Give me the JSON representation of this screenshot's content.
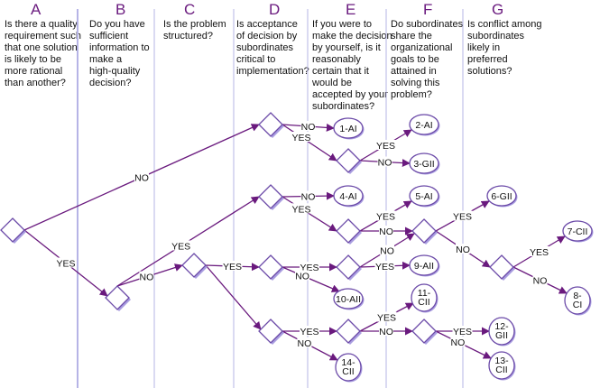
{
  "columns": [
    {
      "letter": "A",
      "question": "Is there a quality requirement such that one solution is likely to be more rational than another?",
      "lines": [
        "Is there a quality",
        "requirement such",
        "that one solution",
        "is likely to be",
        "more rational",
        "than another?"
      ]
    },
    {
      "letter": "B",
      "question": "Do you have sufficient information to make a high-quality decision?",
      "lines": [
        "Do you have",
        "sufficient",
        "information to",
        "make a",
        "high-quality",
        "decision?"
      ]
    },
    {
      "letter": "C",
      "question": "Is the problem structured?",
      "lines": [
        "Is the problem",
        "structured?"
      ]
    },
    {
      "letter": "D",
      "question": "Is acceptance of decision by subordinates critical to implementation?",
      "lines": [
        "Is acceptance",
        "of decision by",
        "subordinates",
        "critical to",
        "implementation?"
      ]
    },
    {
      "letter": "E",
      "question": "If you were to make the decision by yourself, is it reasonably certain that it would be accepted by your subordinates?",
      "lines": [
        "If you were to",
        "make the decision",
        "by yourself, is it",
        "reasonably",
        "certain that it",
        "would be",
        "accepted by your",
        "subordinates?"
      ]
    },
    {
      "letter": "F",
      "question": "Do subordinates share the organizational goals to be attained in solving this problem?",
      "lines": [
        "Do subordinates",
        "share the",
        "organizational",
        "goals to be",
        "attained in",
        "solving this",
        "problem?"
      ]
    },
    {
      "letter": "G",
      "question": "Is conflict among subordinates likely in preferred solutions?",
      "lines": [
        "Is conflict among",
        "subordinates",
        "likely in",
        "preferred",
        "solutions?"
      ]
    }
  ],
  "branch_labels": {
    "yes": "YES",
    "no": "NO"
  },
  "outcomes": [
    {
      "id": "1",
      "lines": [
        "1-AI"
      ]
    },
    {
      "id": "2",
      "lines": [
        "2-AI"
      ]
    },
    {
      "id": "3",
      "lines": [
        "3-GII"
      ]
    },
    {
      "id": "4",
      "lines": [
        "4-AI"
      ]
    },
    {
      "id": "5",
      "lines": [
        "5-AI"
      ]
    },
    {
      "id": "6",
      "lines": [
        "6-GII"
      ]
    },
    {
      "id": "7",
      "lines": [
        "7-CII"
      ]
    },
    {
      "id": "8",
      "lines": [
        "8-",
        "CI"
      ]
    },
    {
      "id": "9",
      "lines": [
        "9-AII"
      ]
    },
    {
      "id": "10",
      "lines": [
        "10-AII"
      ]
    },
    {
      "id": "11",
      "lines": [
        "11-",
        "CII"
      ]
    },
    {
      "id": "12",
      "lines": [
        "12-",
        "GII"
      ]
    },
    {
      "id": "13",
      "lines": [
        "13-",
        "CII"
      ]
    },
    {
      "id": "14",
      "lines": [
        "14-",
        "CII"
      ]
    }
  ],
  "colors": {
    "line": "#6a1a7e",
    "node_border": "#6b4aa8",
    "node_shadow": "#a99de0",
    "divider": "#b6b4e6",
    "letter": "#6a1a7e"
  }
}
